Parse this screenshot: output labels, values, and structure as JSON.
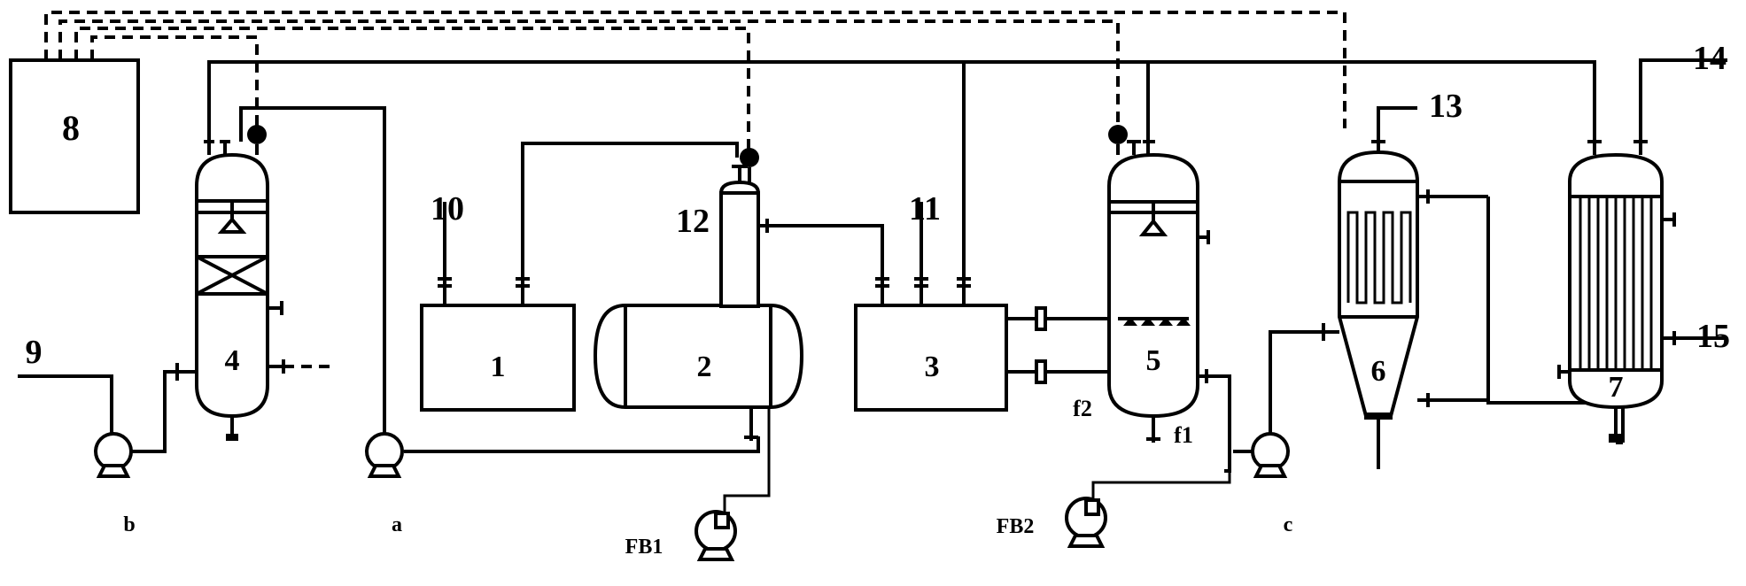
{
  "labels": {
    "control": "8",
    "unit1": "1",
    "unit2": "2",
    "unit3": "3",
    "unit4": "4",
    "unit5": "5",
    "unit6": "6",
    "unit7": "7",
    "stream9": "9",
    "stream10": "10",
    "stream11": "11",
    "stream12": "12",
    "stream13": "13",
    "stream14": "14",
    "stream15": "15",
    "pump_b": "b",
    "pump_a": "a",
    "pump_c": "c",
    "fan_fb1": "FB1",
    "fan_fb2": "FB2",
    "port_f1": "f1",
    "port_f2": "f2"
  }
}
